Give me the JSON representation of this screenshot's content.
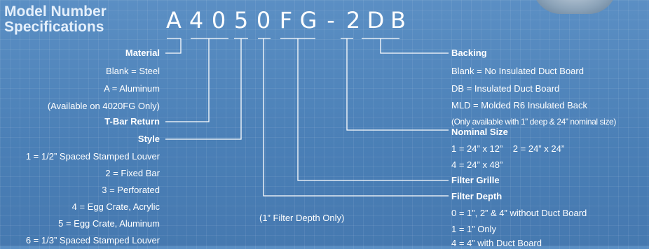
{
  "title": {
    "line1": "Model Number",
    "line2": "Specifications"
  },
  "model_code": [
    "A",
    "4",
    "0",
    "5",
    "0",
    "F",
    "G",
    "-",
    "2",
    "D",
    "B"
  ],
  "material": {
    "label": "Material",
    "items": [
      "Blank = Steel",
      "A = Aluminum",
      "(Available on 4020FG Only)"
    ]
  },
  "tbar_return": {
    "label": "T-Bar Return"
  },
  "style": {
    "label": "Style",
    "items": [
      "1 = 1/2” Spaced Stamped Louver",
      "2 = Fixed Bar",
      "3 = Perforated",
      "4 = Egg Crate, Acrylic",
      "5 = Egg Crate, Aluminum",
      "6 = 1/3” Spaced Stamped Louver"
    ]
  },
  "filter_depth_note": "(1” Filter Depth Only)",
  "backing": {
    "label": "Backing",
    "items": [
      "Blank = No Insulated Duct Board",
      "DB = Insulated Duct Board",
      "MLD = Molded R6 Insulated Back",
      "(Only available with 1” deep & 24” nominal size)"
    ]
  },
  "nominal_size": {
    "label": "Nominal Size",
    "items": [
      "1 = 24” x 12”    2 = 24” x 24”",
      "4 = 24” x 48”"
    ]
  },
  "filter_grille": {
    "label": "Filter Grille"
  },
  "filter_depth": {
    "label": "Filter Depth",
    "items": [
      "0 = 1”, 2” & 4” without Duct Board",
      "1 = 1” Only",
      "4 = 4” with Duct Board"
    ]
  }
}
